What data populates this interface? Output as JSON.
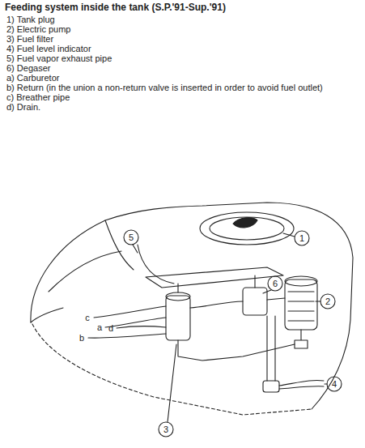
{
  "diagram": {
    "title": "Feeding system inside the tank (S.P.'91-Sup.'91)",
    "labels": [
      "1) Tank plug",
      "2) Electric pump",
      "3) Fuel filter",
      "4) Fuel level indicator",
      "5) Fuel vapor exhaust pipe",
      "6) Degaser",
      "a) Carburetor",
      "b) Return (in the union a non-return valve is inserted in order to avoid fuel outlet)",
      "c) Breather pipe",
      "d) Drain.",
      "5",
      "1",
      "6",
      "2",
      "c",
      "a",
      "b",
      "d",
      "4",
      "3"
    ]
  }
}
